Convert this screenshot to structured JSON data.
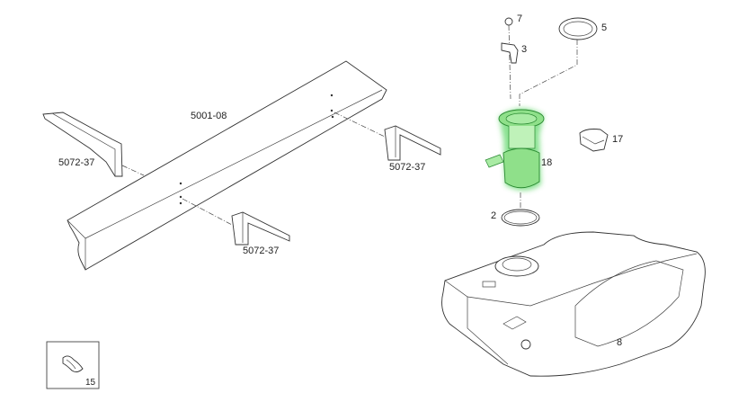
{
  "labels": {
    "beam": "5001-08",
    "bracket_left": "5072-37",
    "bracket_right": "5072-37",
    "bracket_bottom": "5072-37",
    "p7": "7",
    "p3": "3",
    "p5": "5",
    "p17": "17",
    "p18": "18",
    "p2": "2",
    "p8": "8",
    "p15": "15"
  },
  "colors": {
    "highlight": "#3ecf4a",
    "highlight_fill": "#8fe08a"
  }
}
